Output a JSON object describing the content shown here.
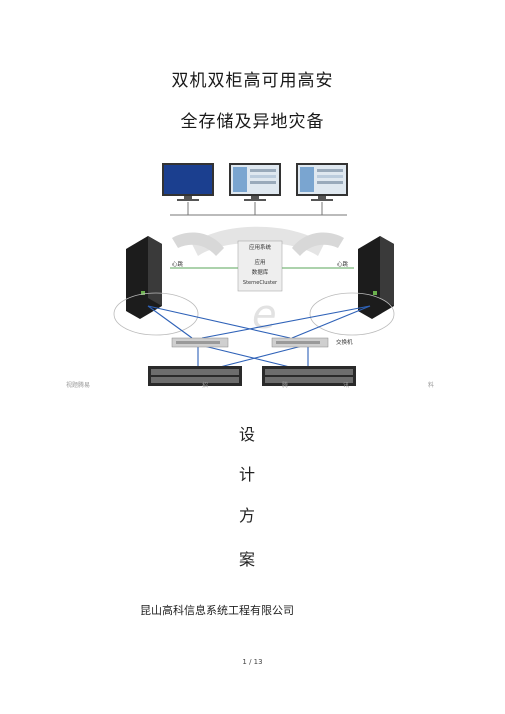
{
  "title": {
    "line1": "双机双柜高可用高安",
    "line2": "全存储及异地灾备"
  },
  "diagram": {
    "app_box": {
      "header": "应用系统",
      "line1": "应用",
      "line2": "数据库",
      "line3": "SterneCluster"
    },
    "heartbeat_left": "心跳",
    "heartbeat_right": "心跳",
    "switch_label": "交换机",
    "watermark": "e",
    "colors": {
      "green_link": "#5aa55a",
      "blue_link": "#2f62b8",
      "monitor_screen": "#1b3f8f",
      "server": "#1c1c1c"
    }
  },
  "footer_faint": {
    "left": "视题腾易",
    "mid1": "招",
    "mid2": "腾",
    "mid3": "讯",
    "right": "料"
  },
  "subtitle_chars": [
    "设",
    "计",
    "方",
    "案"
  ],
  "company": "昆山高科信息系统工程有限公司",
  "page_number": "1 / 13"
}
